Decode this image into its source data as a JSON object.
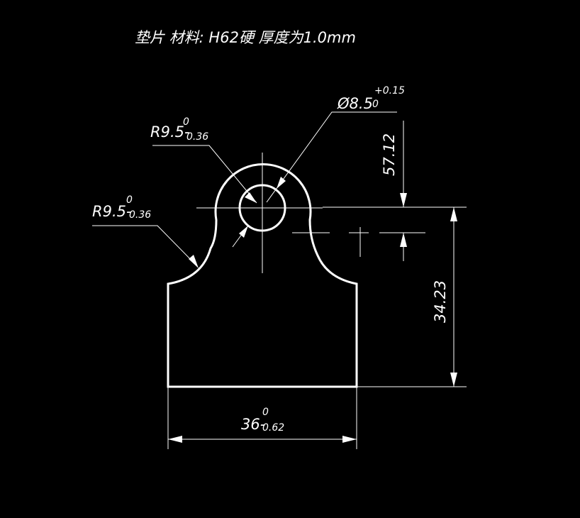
{
  "drawing": {
    "title": "垫片 材料: H62硬 厚度为1.0mm",
    "colors": {
      "background": "#000000",
      "line": "#ffffff"
    },
    "dimensions": {
      "hole_diameter": {
        "main": "Ø8.5",
        "upper_tol": "+0.15",
        "lower_tol": "0"
      },
      "radius_upper": {
        "main": "R9.5-",
        "upper_tol": "0",
        "lower_tol": "0.36"
      },
      "radius_lower": {
        "main": "R9.5-",
        "upper_tol": "0",
        "lower_tol": "0.36"
      },
      "offset_vertical": {
        "value": "57.12"
      },
      "height": {
        "value": "34.23"
      },
      "width": {
        "main": "36-",
        "upper_tol": "0",
        "lower_tol": "0.62"
      }
    }
  }
}
